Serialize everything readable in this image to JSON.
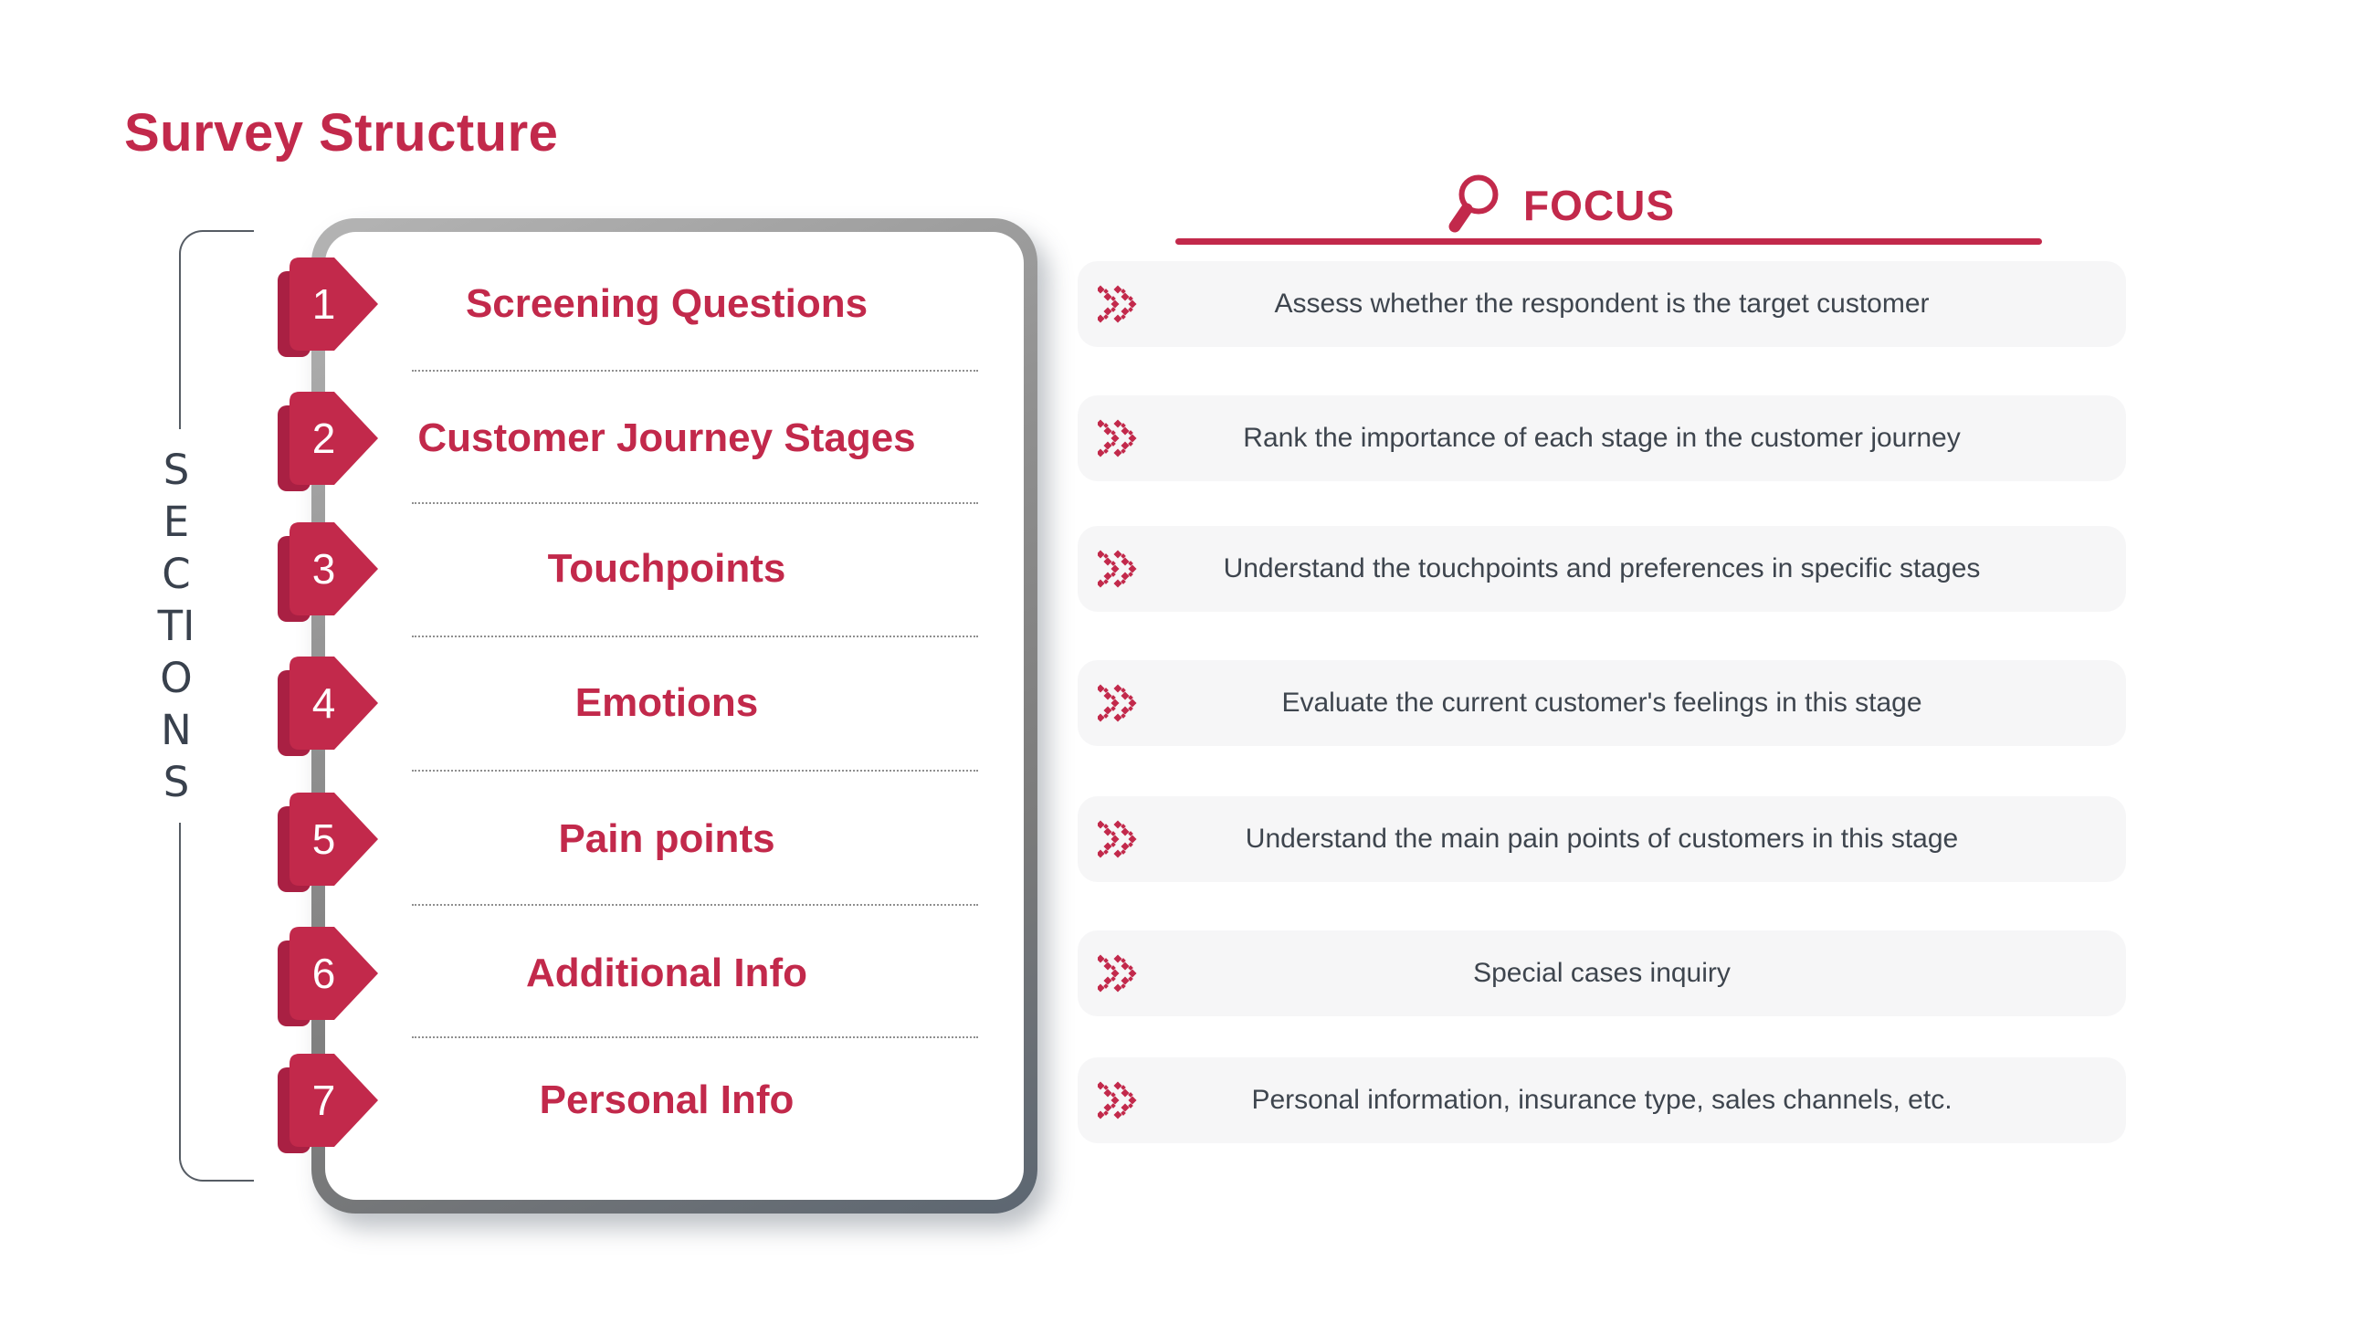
{
  "page": {
    "title": "Survey Structure"
  },
  "colors": {
    "accent": "#C2294B",
    "accent_dark": "#A92043",
    "frame_gray": "#8A8A8A",
    "frame_shadow": "#5C6671",
    "sections_text": "#39414D",
    "row_background": "#F6F6F7",
    "row_text": "#3E454E",
    "separator_gray": "#8F8F8F"
  },
  "sections": {
    "axis_label": "SECTIONS",
    "items": [
      {
        "number": "1",
        "label": "Screening Questions"
      },
      {
        "number": "2",
        "label": "Customer Journey Stages"
      },
      {
        "number": "3",
        "label": "Touchpoints"
      },
      {
        "number": "4",
        "label": "Emotions"
      },
      {
        "number": "5",
        "label": "Pain points"
      },
      {
        "number": "6",
        "label": "Additional Info"
      },
      {
        "number": "7",
        "label": "Personal Info"
      }
    ]
  },
  "focus": {
    "header": {
      "label": "FOCUS",
      "icon": "magnifier-icon"
    },
    "row_icon": "dotted-double-chevron-icon",
    "rows": [
      {
        "text": "Assess whether the respondent is the target customer"
      },
      {
        "text": "Rank the importance of each stage in the customer journey"
      },
      {
        "text": "Understand the touchpoints and preferences in specific stages"
      },
      {
        "text": "Evaluate the current customer's feelings in this stage"
      },
      {
        "text": "Understand the main pain points of customers in this stage"
      },
      {
        "text": "Special cases inquiry"
      },
      {
        "text": "Personal information, insurance type, sales channels, etc."
      }
    ]
  }
}
